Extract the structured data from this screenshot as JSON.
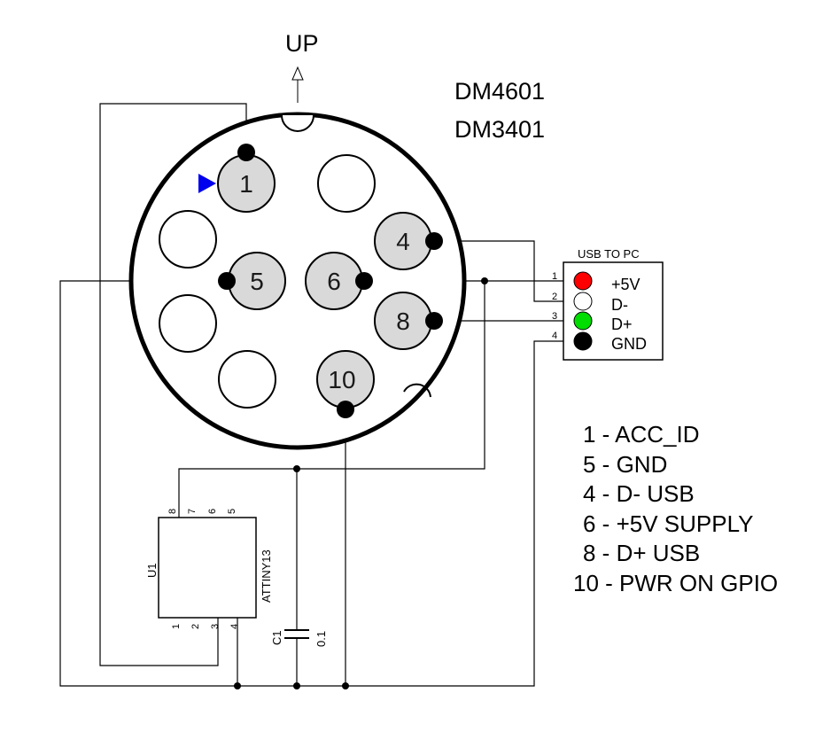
{
  "up_label": "UP",
  "connector_models": [
    "DM4601",
    "DM3401"
  ],
  "connector_pins": [
    {
      "num": "1"
    },
    {
      "num": ""
    },
    {
      "num": ""
    },
    {
      "num": "4"
    },
    {
      "num": "5"
    },
    {
      "num": "6"
    },
    {
      "num": ""
    },
    {
      "num": "8"
    },
    {
      "num": ""
    },
    {
      "num": "10"
    }
  ],
  "usb": {
    "title": "USB TO PC",
    "pins": [
      {
        "num": "1",
        "label": "+5V",
        "color": "#ff0000"
      },
      {
        "num": "2",
        "label": "D-",
        "color": "#ffffff"
      },
      {
        "num": "3",
        "label": "D+",
        "color": "#00dd00"
      },
      {
        "num": "4",
        "label": "GND",
        "color": "#000000"
      }
    ]
  },
  "ic": {
    "ref": "U1",
    "part": "ATTINY13",
    "top_pins": [
      "8",
      "7",
      "6",
      "5"
    ],
    "bottom_pins": [
      "1",
      "2",
      "3",
      "4"
    ]
  },
  "capacitor": {
    "ref": "C1",
    "value": "0.1"
  },
  "legend": [
    "1 - ACC_ID",
    "5 - GND",
    "4 - D- USB",
    "6 - +5V SUPPLY",
    "8 - D+ USB",
    "10 - PWR ON GPIO"
  ],
  "colors": {
    "pin_fill": "#d9d9d9",
    "marker": "#0000ee"
  }
}
